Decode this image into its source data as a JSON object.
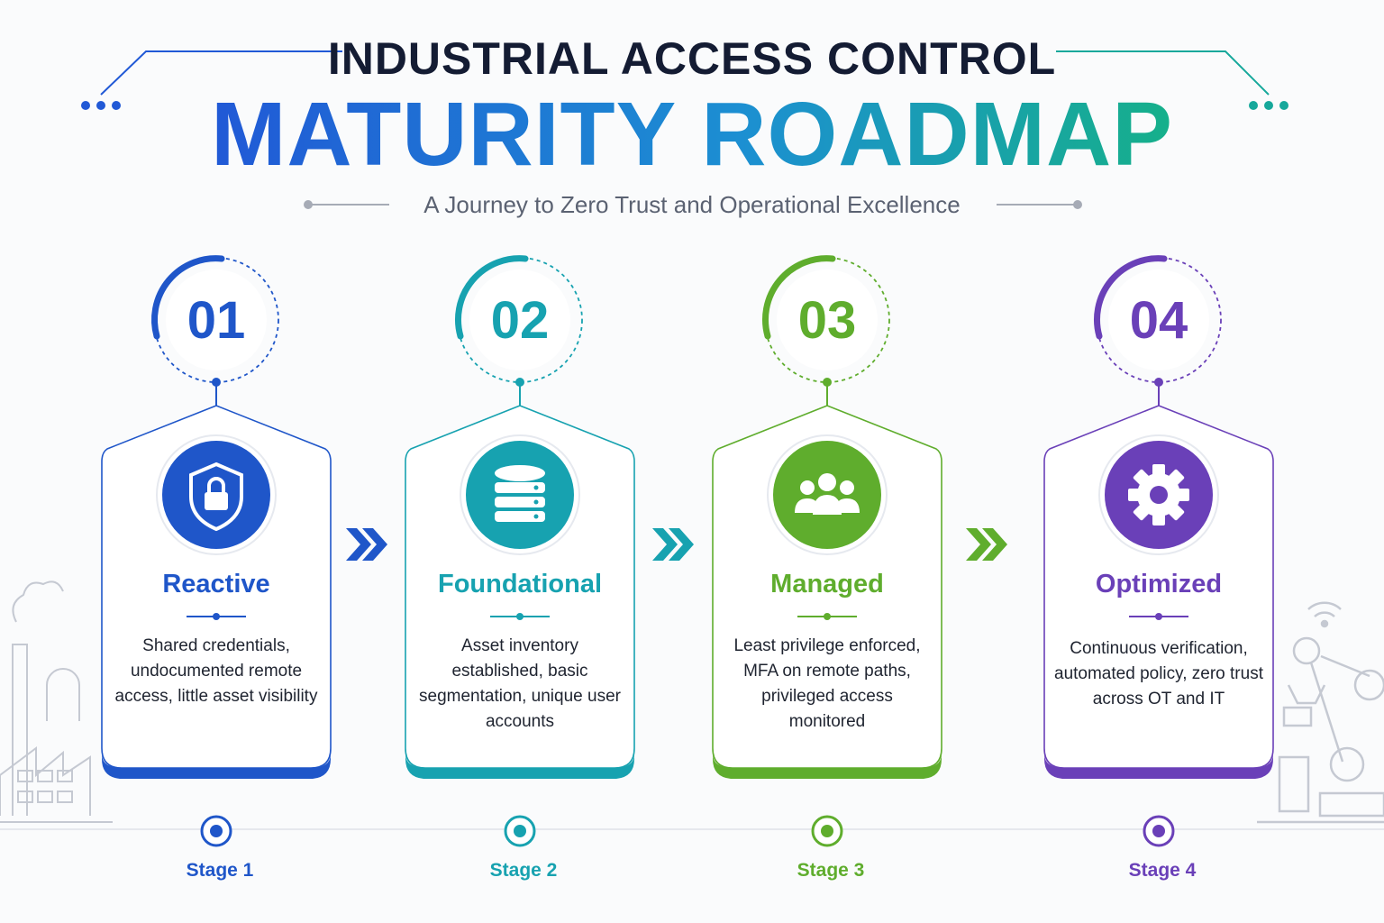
{
  "header": {
    "title_top": "INDUSTRIAL ACCESS CONTROL",
    "title_main": "MATURITY ROADMAP",
    "subtitle": "A Journey to Zero Trust and Operational Excellence"
  },
  "stages": [
    {
      "number": "01",
      "name": "Reactive",
      "description": "Shared credentials, undocumented remote access, little asset visibility",
      "label": "Stage 1",
      "icon": "shield-lock-icon",
      "color": "#1f56c9"
    },
    {
      "number": "02",
      "name": "Foundational",
      "description": "Asset inventory established, basic segmentation, unique user accounts",
      "label": "Stage 2",
      "icon": "database-icon",
      "color": "#17a2b0"
    },
    {
      "number": "03",
      "name": "Managed",
      "description": "Least privilege enforced, MFA on remote paths, privileged access monitored",
      "label": "Stage 3",
      "icon": "users-group-icon",
      "color": "#5fad2d"
    },
    {
      "number": "04",
      "name": "Optimized",
      "description": "Continuous verification, automated policy, zero trust across OT and IT",
      "label": "Stage 4",
      "icon": "gear-icon",
      "color": "#6a40b8"
    }
  ],
  "colors": {
    "title_dark": "#141c33",
    "gradient_start": "#2159d6",
    "gradient_end": "#16b08a",
    "subtitle": "#5b6272",
    "decor_gray": "#c5c9d2"
  },
  "decor_icons": [
    "factory-illustration",
    "robot-arm-illustration",
    "wifi-icon"
  ]
}
